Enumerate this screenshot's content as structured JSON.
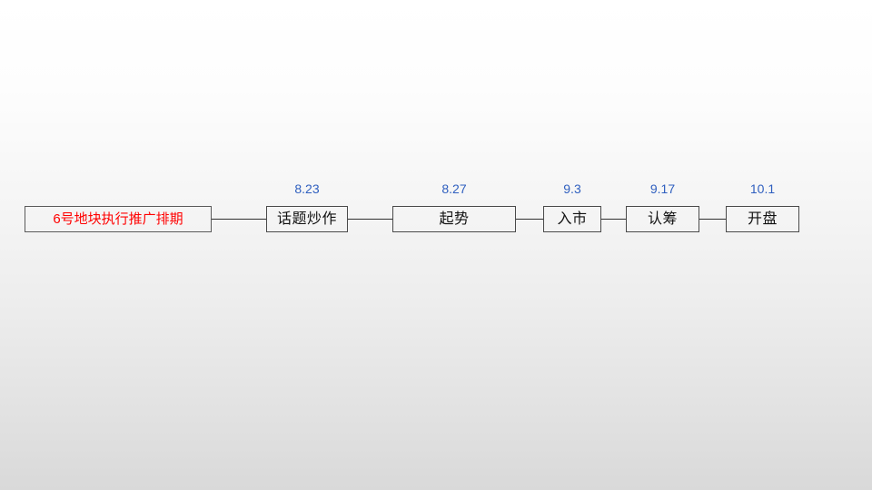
{
  "slide": {
    "title": "6号地块执行推广排期",
    "background_top_color": "#FFFFFF",
    "background_bottom_color": "#D9D9D9"
  },
  "colors": {
    "title_text": "#FF0000",
    "node_text": "#111111",
    "date_text": "#2F5FBF",
    "box_border": "#4A4A4A",
    "connector": "#2E2E2E"
  },
  "timeline": {
    "title_box": {
      "label": "6号地块执行推广排期"
    },
    "stages": [
      {
        "label": "话题炒作",
        "date": "8.23"
      },
      {
        "label": "起势",
        "date": "8.27"
      },
      {
        "label": "入市",
        "date": "9.3"
      },
      {
        "label": "认筹",
        "date": "9.17"
      },
      {
        "label": "开盘",
        "date": "10.1"
      }
    ]
  }
}
